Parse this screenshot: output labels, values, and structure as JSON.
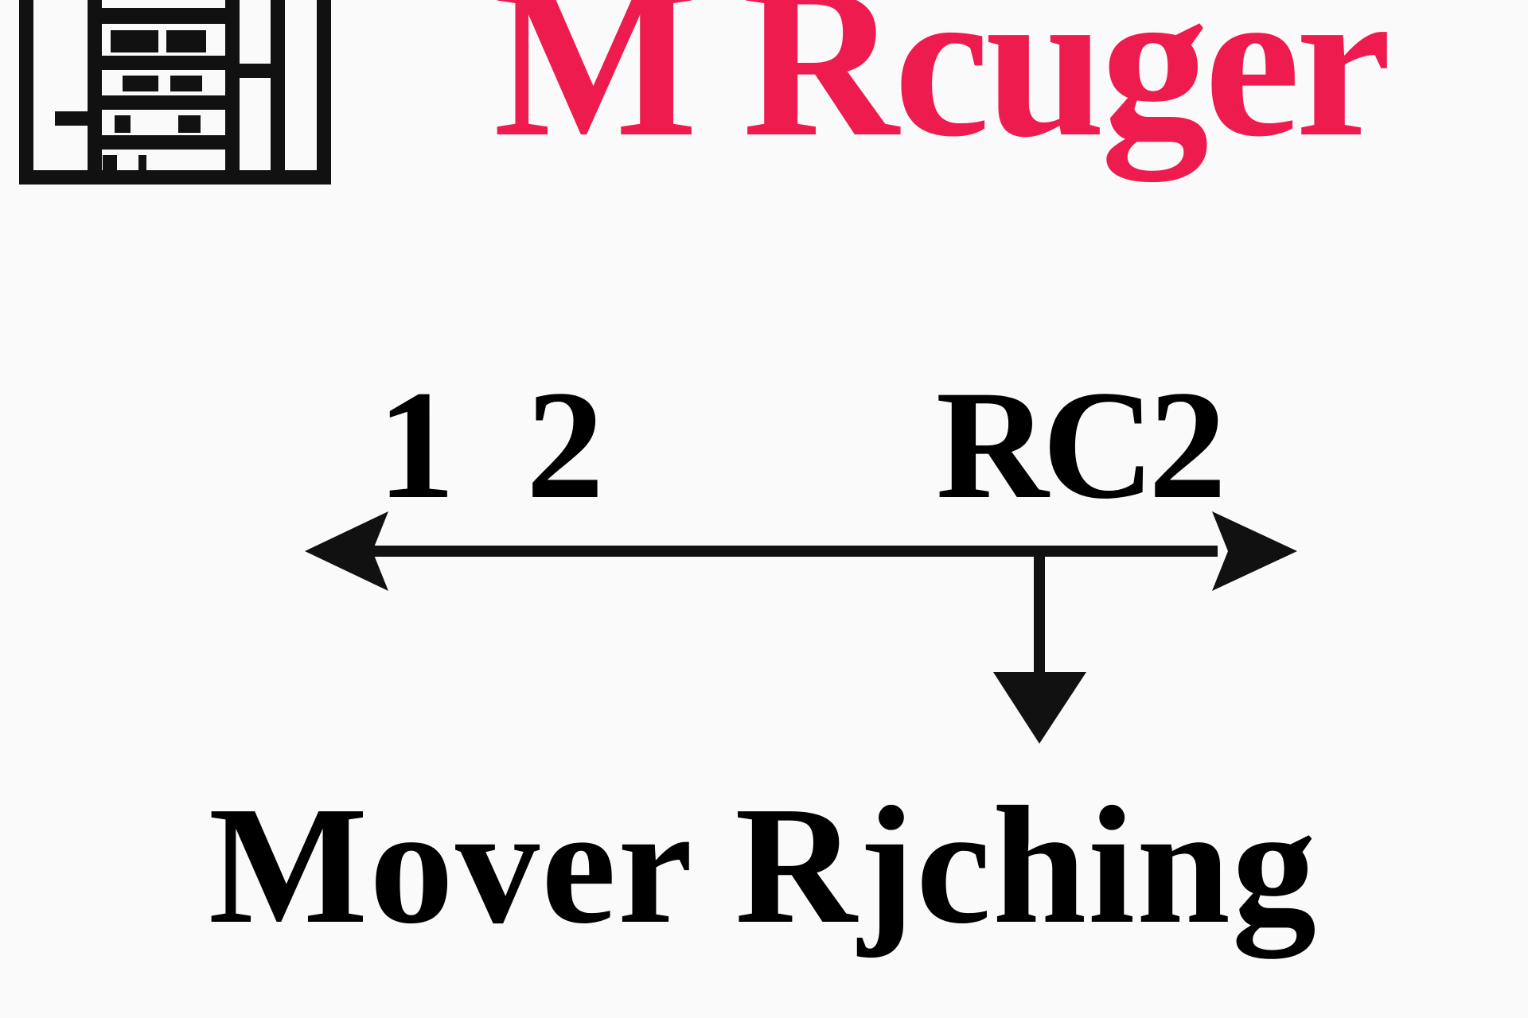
{
  "title": {
    "text": "M Rcuger",
    "color": "#ee1b4f"
  },
  "logo": {
    "icon": "building-grid-icon",
    "color": "#111111"
  },
  "diagram": {
    "left_label": "1 2",
    "right_label": "RC2",
    "caption": "Mover Rjching",
    "arrows": [
      {
        "name": "left-arrow",
        "direction": "left"
      },
      {
        "name": "right-arrow",
        "direction": "right"
      },
      {
        "name": "down-arrow",
        "direction": "down"
      }
    ],
    "stroke_color": "#111111"
  }
}
